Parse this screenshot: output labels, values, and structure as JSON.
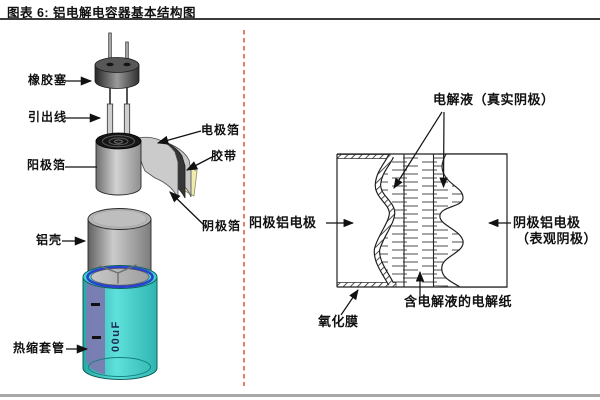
{
  "header": {
    "title": "图表 6: 铝电解电容器基本结构图"
  },
  "left_diagram": {
    "labels": {
      "rubber_plug": "橡胶塞",
      "lead_wire": "引出线",
      "anode_foil": "阳极箔",
      "electrode_foil": "电极箔",
      "tape": "胶带",
      "cathode_foil": "阴极箔",
      "aluminum_case": "铝壳",
      "heat_shrink_sleeve": "热缩套管"
    },
    "capacitor_marking": "00uF"
  },
  "right_diagram": {
    "labels": {
      "electrolyte": "电解液（真实阴极）",
      "anode_electrode": "阳极铝电极",
      "cathode_electrode": "阴极铝电极",
      "cathode_electrode_note": "（表观阴极）",
      "electrolytic_paper": "含电解液的电解纸",
      "oxide_film": "氧化膜"
    }
  },
  "colors": {
    "divider_red": "#dd5f3b",
    "sleeve_teal": "#3fd0cd",
    "sleeve_purple": "#7b7cb2",
    "ring_blue": "#2b3fd0",
    "tape_yellow": "#f0ecae",
    "rule_dark": "#3c3c3c",
    "rule_gray": "#a8a8a8"
  }
}
